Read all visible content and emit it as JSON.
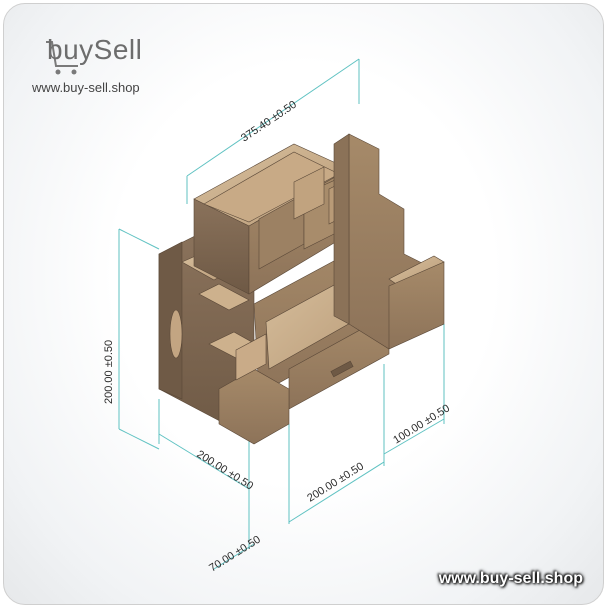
{
  "brand": {
    "logo_text": "buySell",
    "site_small": "www.buy-sell.shop",
    "watermark": "www.buy-sell.shop"
  },
  "dimensions": {
    "width_top": "375.40 ±0.50",
    "height_left": "200.00 ±0.50",
    "depth_left": "200.00 ±0.50",
    "front_width": "200.00 ±0.50",
    "right_depth": "100.00 ±0.50",
    "bottom_small": "70.00 ±0.50"
  },
  "colors": {
    "wood_light": "#c9ad8a",
    "wood_mid": "#a88c6b",
    "wood_dark": "#7c6550",
    "dim_line": "#5fc2c2"
  }
}
